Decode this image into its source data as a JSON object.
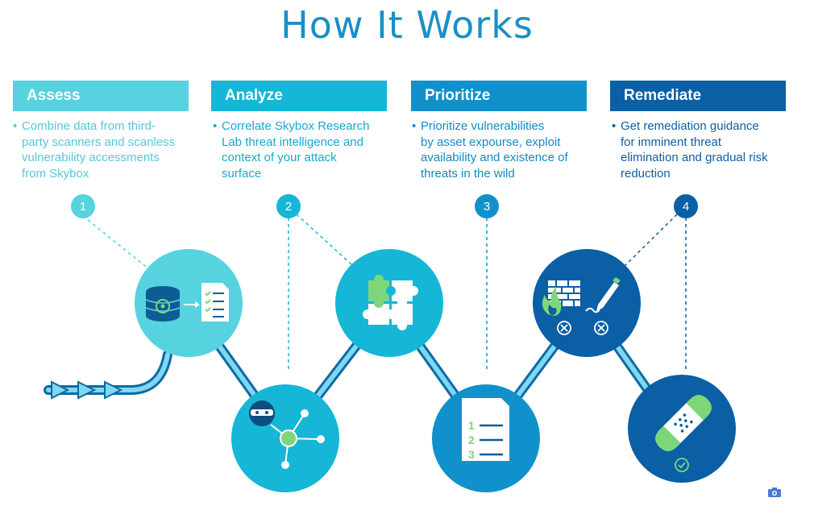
{
  "title": "How It Works",
  "steps": [
    {
      "number": "1",
      "title": "Assess",
      "description": "Combine data from third-party scanners and scanless vulnerability accessments from Skybox",
      "lines": [
        "Combine data from third-",
        "party scanners and scanless",
        "vulnerability accessments",
        "from Skybox"
      ],
      "color": "#57d2df"
    },
    {
      "number": "2",
      "title": "Analyze",
      "description": "Correlate Skybox Research Lab threat intelligence and context of your attack surface",
      "lines": [
        "Correlate Skybox Research",
        "Lab threat intelligence and",
        "context of your attack",
        "surface"
      ],
      "color": "#16b6d6"
    },
    {
      "number": "3",
      "title": "Prioritize",
      "description": "Prioritize vulnerabilities by asset expourse, exploit availability and existence of threats in the wild",
      "lines": [
        "Prioritize vulnerabilities",
        "by asset expourse, exploit",
        "availability and existence of",
        "threats in the wild"
      ],
      "color": "#1191cc"
    },
    {
      "number": "4",
      "title": "Remediate",
      "description": "Get remediation guidance for imminent threat elimination and gradual risk reduction",
      "lines": [
        "Get remediation guidance",
        "for imminent threat",
        "elimination and gradual risk",
        "reduction"
      ],
      "color": "#0b5fa5"
    }
  ],
  "icons": {
    "assess": "database-to-checklist-icon",
    "threat": "ninja-network-icon",
    "analyze": "puzzle-icon",
    "prioritize": "numbered-list-icon",
    "vulnerabilities": "firewall-pen-icon",
    "remediate": "bandage-icon",
    "screenshot": "camera-icon"
  },
  "colors": {
    "title": "#1a8fc6",
    "description_text": "#1a8fc6",
    "accent_green": "#7ed67a",
    "path_light": "#7fd8ee",
    "path_dark": "#0d6aa8"
  }
}
